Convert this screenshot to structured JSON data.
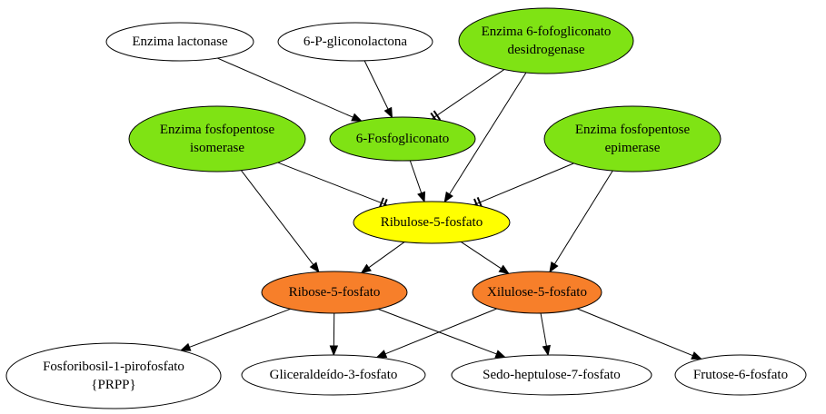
{
  "colors": {
    "enzyme": "#7fe314",
    "central": "#ffff00",
    "pentose": "#f77f2a",
    "plain": "#ffffff"
  },
  "nodes": [
    {
      "id": "lactonase",
      "kind": "plain",
      "lines": [
        "Enzima lactonase"
      ]
    },
    {
      "id": "gliconolactona",
      "kind": "plain",
      "lines": [
        "6-P-gliconolactona"
      ]
    },
    {
      "id": "desidrogenase",
      "kind": "enzyme",
      "lines": [
        "Enzima 6-fofogliconato",
        "desidrogenase"
      ]
    },
    {
      "id": "isomerase",
      "kind": "enzyme",
      "lines": [
        "Enzima fosfopentose",
        "isomerase"
      ]
    },
    {
      "id": "fosfogliconato",
      "kind": "enzyme",
      "lines": [
        "6-Fosfogliconato"
      ]
    },
    {
      "id": "epimerase",
      "kind": "enzyme",
      "lines": [
        "Enzima fosfopentose",
        "epimerase"
      ]
    },
    {
      "id": "ribulose",
      "kind": "central",
      "lines": [
        "Ribulose-5-fosfato"
      ]
    },
    {
      "id": "ribose",
      "kind": "pentose",
      "lines": [
        "Ribose-5-fosfato"
      ]
    },
    {
      "id": "xilulose",
      "kind": "pentose",
      "lines": [
        "Xilulose-5-fosfato"
      ]
    },
    {
      "id": "prpp",
      "kind": "plain",
      "lines": [
        "Fosforibosil-1-pirofosfato",
        "{PRPP}"
      ]
    },
    {
      "id": "gliceraldeido",
      "kind": "plain",
      "lines": [
        "Gliceraldeído-3-fosfato"
      ]
    },
    {
      "id": "sedo",
      "kind": "plain",
      "lines": [
        "Sedo-heptulose-7-fosfato"
      ]
    },
    {
      "id": "frutose",
      "kind": "plain",
      "lines": [
        "Frutose-6-fosfato"
      ]
    }
  ],
  "edges": [
    {
      "from": "lactonase",
      "to": "fosfogliconato",
      "style": "arrow"
    },
    {
      "from": "gliconolactona",
      "to": "fosfogliconato",
      "style": "arrow"
    },
    {
      "from": "desidrogenase",
      "to": "fosfogliconato",
      "style": "tee"
    },
    {
      "from": "fosfogliconato",
      "to": "ribulose",
      "style": "arrow"
    },
    {
      "from": "desidrogenase",
      "to": "ribulose",
      "style": "arrow"
    },
    {
      "from": "isomerase",
      "to": "ribulose",
      "style": "tee"
    },
    {
      "from": "epimerase",
      "to": "ribulose",
      "style": "tee"
    },
    {
      "from": "isomerase",
      "to": "ribose",
      "style": "arrow"
    },
    {
      "from": "ribulose",
      "to": "ribose",
      "style": "arrow"
    },
    {
      "from": "ribulose",
      "to": "xilulose",
      "style": "arrow"
    },
    {
      "from": "epimerase",
      "to": "xilulose",
      "style": "arrow"
    },
    {
      "from": "ribose",
      "to": "prpp",
      "style": "arrow"
    },
    {
      "from": "ribose",
      "to": "gliceraldeido",
      "style": "arrow"
    },
    {
      "from": "ribose",
      "to": "sedo",
      "style": "arrow"
    },
    {
      "from": "xilulose",
      "to": "gliceraldeido",
      "style": "arrow"
    },
    {
      "from": "xilulose",
      "to": "sedo",
      "style": "arrow"
    },
    {
      "from": "xilulose",
      "to": "frutose",
      "style": "arrow"
    }
  ]
}
